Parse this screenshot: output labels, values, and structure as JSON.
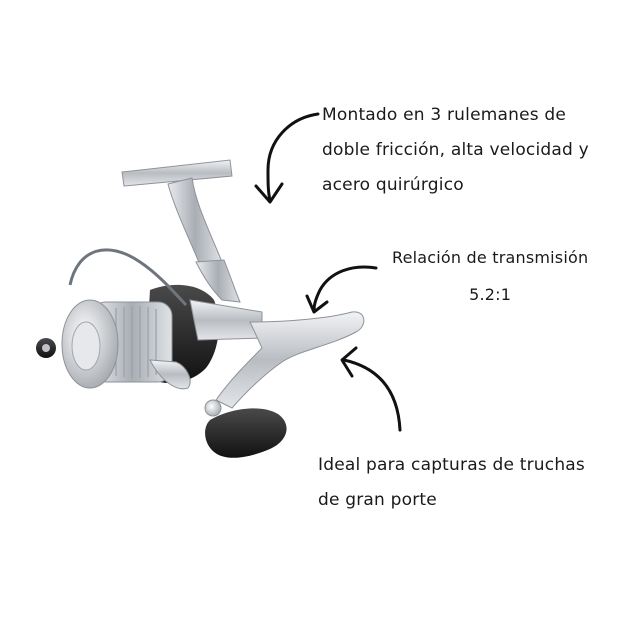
{
  "callouts": {
    "bearings": {
      "line1": "Montado en 3 rulemanes de",
      "line2": "doble fricción, alta velocidad y",
      "line3": "acero quirúrgico"
    },
    "ratio": {
      "line1": "Relación de transmisión",
      "line2": "5.2:1"
    },
    "usage": {
      "line1": "Ideal para capturas de truchas",
      "line2": "de gran porte"
    }
  },
  "colors": {
    "text": "#1a1a1a",
    "reel_silver": "#c9ccd0",
    "reel_dark": "#222222",
    "background": "#ffffff"
  },
  "icons": [
    "curved-arrow-icon",
    "curved-arrow-icon",
    "curved-arrow-icon"
  ]
}
